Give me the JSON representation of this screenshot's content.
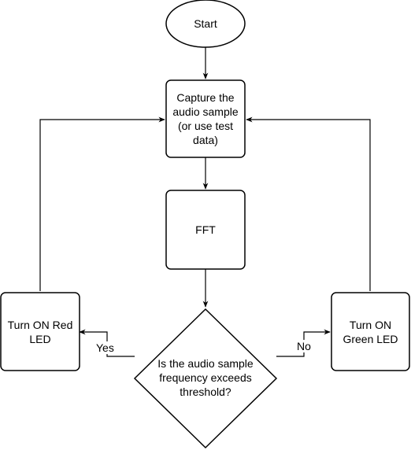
{
  "diagram": {
    "nodes": {
      "start": {
        "label": "Start",
        "shape": "ellipse"
      },
      "capture": {
        "label": "Capture the\naudio sample\n(or use test\ndata)",
        "shape": "rounded-rect"
      },
      "fft": {
        "label": "FFT",
        "shape": "rounded-rect"
      },
      "decision": {
        "label": "Is the audio sample\nfrequency exceeds\nthreshold?",
        "shape": "diamond"
      },
      "red_led": {
        "label": "Turn ON Red\nLED",
        "shape": "rounded-rect"
      },
      "green_led": {
        "label": "Turn ON\nGreen LED",
        "shape": "rounded-rect"
      }
    },
    "edges": {
      "start_to_capture": {
        "from": "start",
        "to": "capture",
        "label": ""
      },
      "capture_to_fft": {
        "from": "capture",
        "to": "fft",
        "label": ""
      },
      "fft_to_decision": {
        "from": "fft",
        "to": "decision",
        "label": ""
      },
      "decision_to_red": {
        "from": "decision",
        "to": "red_led",
        "label": "Yes"
      },
      "decision_to_green": {
        "from": "decision",
        "to": "green_led",
        "label": "No"
      },
      "red_to_capture": {
        "from": "red_led",
        "to": "capture",
        "label": ""
      },
      "green_to_capture": {
        "from": "green_led",
        "to": "capture",
        "label": ""
      }
    },
    "colors": {
      "stroke": "#000000",
      "fill": "#ffffff",
      "text": "#000000"
    }
  }
}
